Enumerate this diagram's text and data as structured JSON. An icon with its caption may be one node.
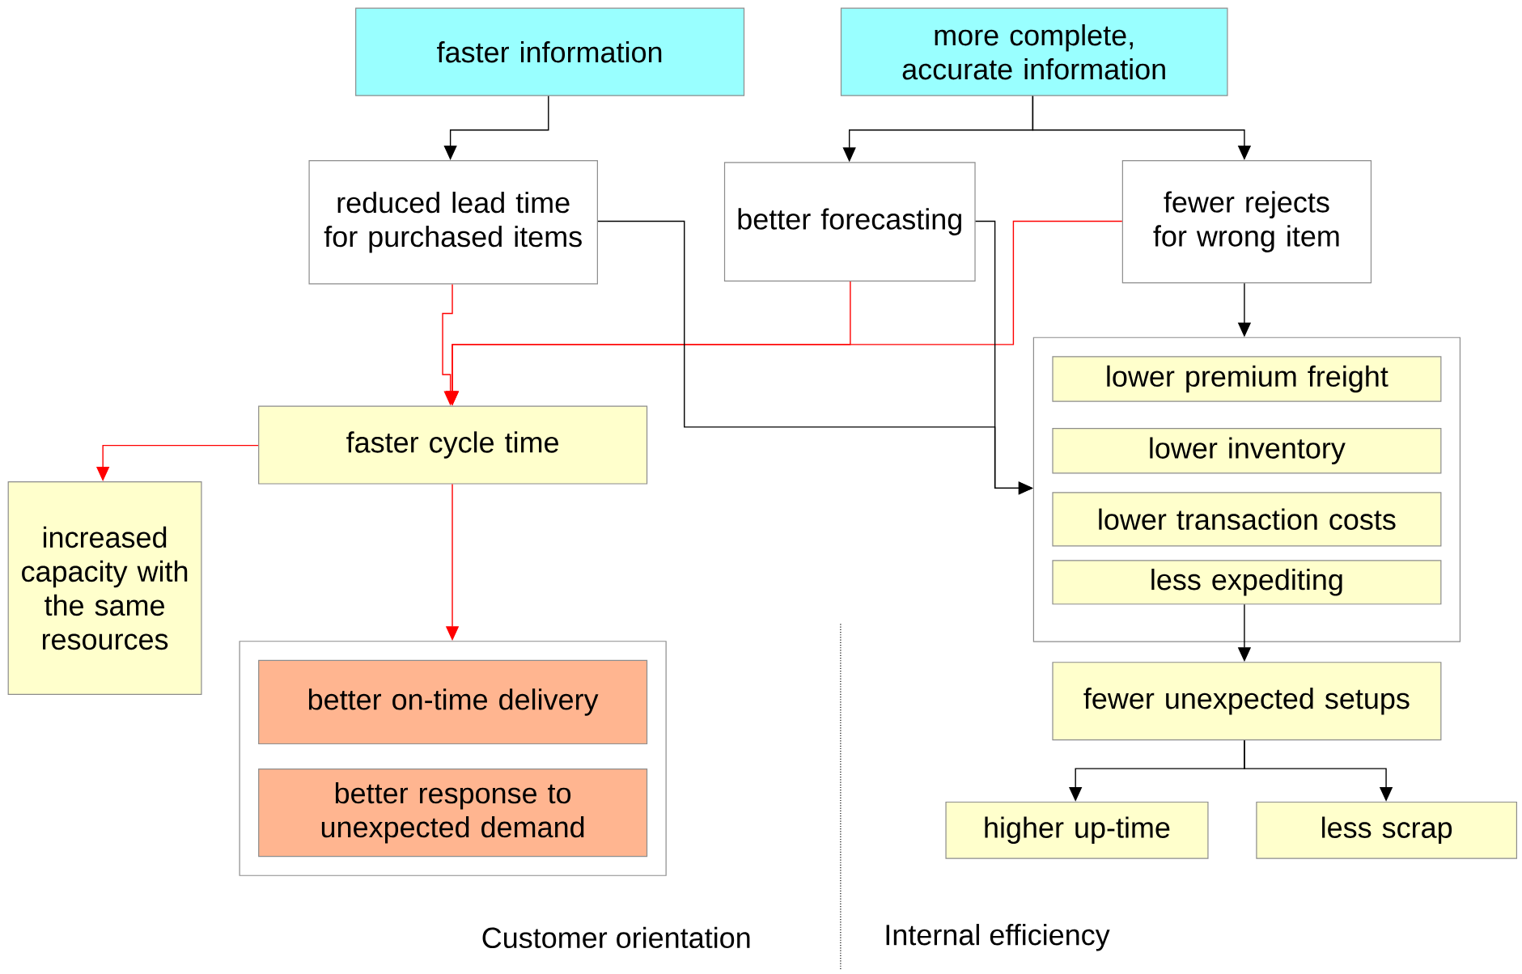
{
  "diagram": {
    "nodes": [
      {
        "text": [
          "faster information"
        ]
      },
      {
        "text": [
          "more complete, accurate information"
        ]
      },
      {
        "text": [
          "reduced lead time for purchased items"
        ]
      },
      {
        "text": [
          "better forecasting"
        ]
      },
      {
        "text": [
          "fewer rejects for wrong item"
        ]
      },
      {
        "text": [
          "faster cycle time"
        ]
      },
      {
        "text": [
          "increased capacity with the same resources"
        ]
      },
      {
        "text": [],
        "shape": "box"
      },
      {
        "text": [
          "better on-time delivery"
        ],
        "in": 7
      },
      {
        "text": [
          "better response to unexpected demand"
        ],
        "in": 7
      },
      {
        "text": [],
        "shape": "box"
      },
      {
        "text": [
          "lower premium freight"
        ],
        "in": 10
      },
      {
        "text": [
          "lower inventory"
        ],
        "in": 10
      },
      {
        "text": [
          "lower transaction costs"
        ],
        "in": 10
      },
      {
        "text": [
          "less expediting"
        ],
        "in": 10
      },
      {
        "text": [
          "fewer unexpected setups"
        ]
      },
      {
        "text": [
          "higher up-time"
        ]
      },
      {
        "text": [
          "less scrap"
        ]
      }
    ],
    "edges": [
      {
        "from": 0,
        "to": 2,
        "arrow": "to"
      },
      {
        "from": 1,
        "to": 3,
        "arrow": "to"
      },
      {
        "from": 1,
        "to": 4,
        "arrow": "to"
      },
      {
        "from": 2,
        "to": 5,
        "arrow": "to",
        "color": "#ff0000"
      },
      {
        "from": 3,
        "to": 5,
        "arrow": "to",
        "color": "#ff0000"
      },
      {
        "from": 4,
        "to": 5,
        "arrow": "to",
        "color": "#ff0000"
      },
      {
        "from": 2,
        "to": 10,
        "arrow": "to"
      },
      {
        "from": 3,
        "to": 10,
        "arrow": "to"
      },
      {
        "from": 4,
        "to": 10,
        "arrow": "to"
      },
      {
        "from": 5,
        "to": 6,
        "arrow": "to",
        "color": "#ff0000"
      },
      {
        "from": 5,
        "to": 7,
        "arrow": "to",
        "color": "#ff0000"
      },
      {
        "from": 14,
        "to": 15,
        "arrow": "to"
      },
      {
        "from": 15,
        "to": 16,
        "arrow": "to"
      },
      {
        "from": 15,
        "to": 17,
        "arrow": "to"
      }
    ],
    "labels": [
      "Customer orientation",
      "Internal efficiency"
    ]
  }
}
